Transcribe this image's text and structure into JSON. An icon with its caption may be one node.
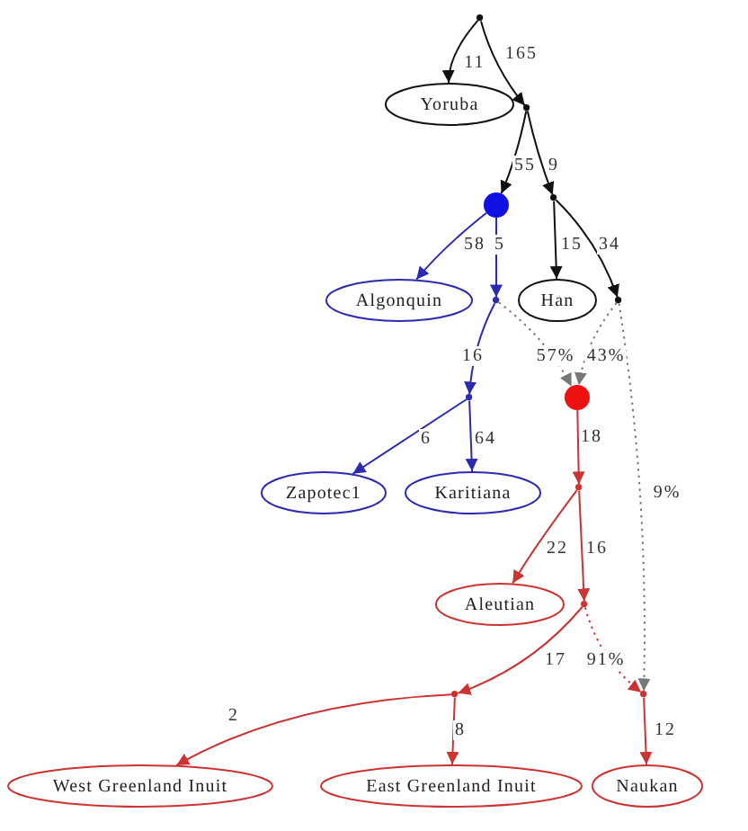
{
  "diagram": {
    "nodes": [
      {
        "text": [],
        "shape": "circle"
      },
      {
        "text": [
          "Yoruba"
        ]
      },
      {
        "text": [],
        "shape": "circle"
      },
      {
        "text": [],
        "shape": "circle"
      },
      {
        "text": [],
        "shape": "circle"
      },
      {
        "text": [
          "Algonquin"
        ]
      },
      {
        "text": [],
        "shape": "circle"
      },
      {
        "text": [
          "Han"
        ]
      },
      {
        "text": [],
        "shape": "circle"
      },
      {
        "text": [],
        "shape": "circle"
      },
      {
        "text": [],
        "shape": "circle"
      },
      {
        "text": [
          "Zapotec1"
        ]
      },
      {
        "text": [
          "Karitiana"
        ]
      },
      {
        "text": [],
        "shape": "circle"
      },
      {
        "text": [
          "Aleutian"
        ]
      },
      {
        "text": [],
        "shape": "circle"
      },
      {
        "text": [],
        "shape": "circle"
      },
      {
        "text": [],
        "shape": "circle"
      },
      {
        "text": [
          "West Greenland Inuit"
        ]
      },
      {
        "text": [
          "East Greenland Inuit"
        ]
      },
      {
        "text": [
          "Naukan"
        ]
      }
    ],
    "edges": [
      {
        "from": 0,
        "to": 1,
        "arrow": "to",
        "label": "11",
        "color": "#111111"
      },
      {
        "from": 0,
        "to": 2,
        "arrow": "to",
        "label": "165",
        "color": "#111111"
      },
      {
        "from": 2,
        "to": 3,
        "arrow": "to",
        "label": "55",
        "color": "#111111"
      },
      {
        "from": 2,
        "to": 4,
        "arrow": "to",
        "label": "9",
        "color": "#111111"
      },
      {
        "from": 3,
        "to": 5,
        "arrow": "to",
        "label": "58",
        "color": "#2b2bb0"
      },
      {
        "from": 3,
        "to": 6,
        "arrow": "to",
        "label": "5",
        "color": "#2b2bb0"
      },
      {
        "from": 4,
        "to": 7,
        "arrow": "to",
        "label": "15",
        "color": "#111111"
      },
      {
        "from": 4,
        "to": 8,
        "arrow": "to",
        "label": "34",
        "color": "#111111"
      },
      {
        "from": 6,
        "to": 9,
        "arrow": "to",
        "label": "16",
        "color": "#2b2bb0"
      },
      {
        "from": 6,
        "to": 10,
        "arrow": "to",
        "label": "57%",
        "style": "dashed",
        "color": "#777777"
      },
      {
        "from": 8,
        "to": 10,
        "arrow": "to",
        "label": "43%",
        "style": "dashed",
        "color": "#777777"
      },
      {
        "from": 8,
        "to": 17,
        "arrow": "to",
        "label": "9%",
        "style": "dashed",
        "color": "#777777"
      },
      {
        "from": 9,
        "to": 11,
        "arrow": "to",
        "label": "6",
        "color": "#2b2bb0"
      },
      {
        "from": 9,
        "to": 12,
        "arrow": "to",
        "label": "64",
        "color": "#2b2bb0"
      },
      {
        "from": 10,
        "to": 13,
        "arrow": "to",
        "label": "18",
        "color": "#cc3333"
      },
      {
        "from": 13,
        "to": 14,
        "arrow": "to",
        "label": "22",
        "color": "#cc3333"
      },
      {
        "from": 13,
        "to": 15,
        "arrow": "to",
        "label": "16",
        "color": "#cc3333"
      },
      {
        "from": 15,
        "to": 16,
        "arrow": "to",
        "label": "17",
        "color": "#cc3333"
      },
      {
        "from": 15,
        "to": 17,
        "arrow": "to",
        "label": "91%",
        "style": "dashed",
        "color": "#cc3333"
      },
      {
        "from": 16,
        "to": 18,
        "arrow": "to",
        "label": "2",
        "color": "#cc3333"
      },
      {
        "from": 16,
        "to": 19,
        "arrow": "to",
        "label": "8",
        "color": "#cc3333"
      },
      {
        "from": 17,
        "to": 20,
        "arrow": "to",
        "label": "12",
        "color": "#cc3333"
      }
    ]
  }
}
